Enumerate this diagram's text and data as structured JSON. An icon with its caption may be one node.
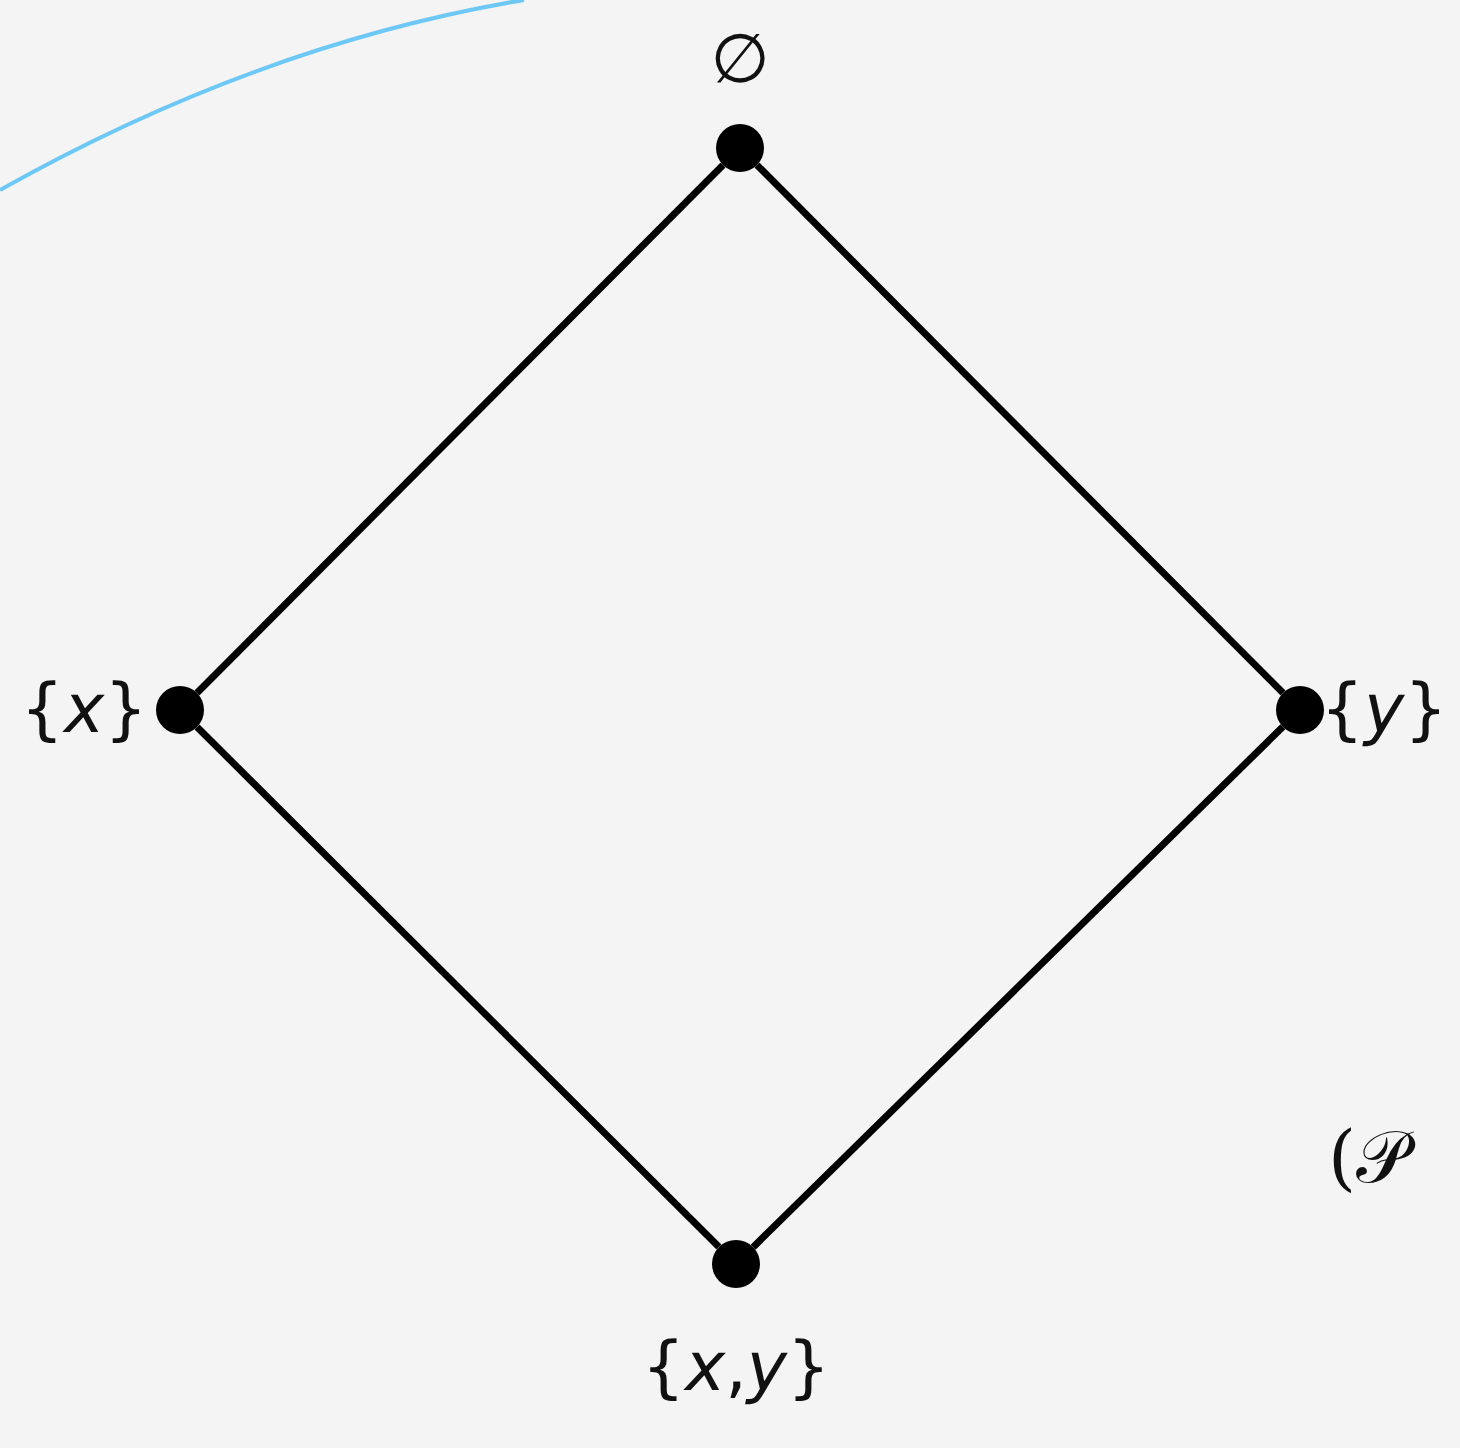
{
  "diagram": {
    "nodes": [
      {
        "text": [],
        "shape": "circle",
        "beside": [
          "∅"
        ]
      },
      {
        "text": [],
        "shape": "circle",
        "beside": [
          "{*x*}"
        ]
      },
      {
        "text": [],
        "shape": "circle",
        "beside": [
          "{*y*}"
        ]
      },
      {
        "text": [],
        "shape": "circle",
        "beside": [
          "{*x*,*y*}"
        ]
      }
    ],
    "edges": [
      {
        "from": 0,
        "to": 1,
        "arrow": "none"
      },
      {
        "from": 0,
        "to": 2,
        "arrow": "none"
      },
      {
        "from": 1,
        "to": 3,
        "arrow": "none"
      },
      {
        "from": 2,
        "to": 3,
        "arrow": "none"
      }
    ],
    "labels": [
      "(𝒫"
    ]
  }
}
